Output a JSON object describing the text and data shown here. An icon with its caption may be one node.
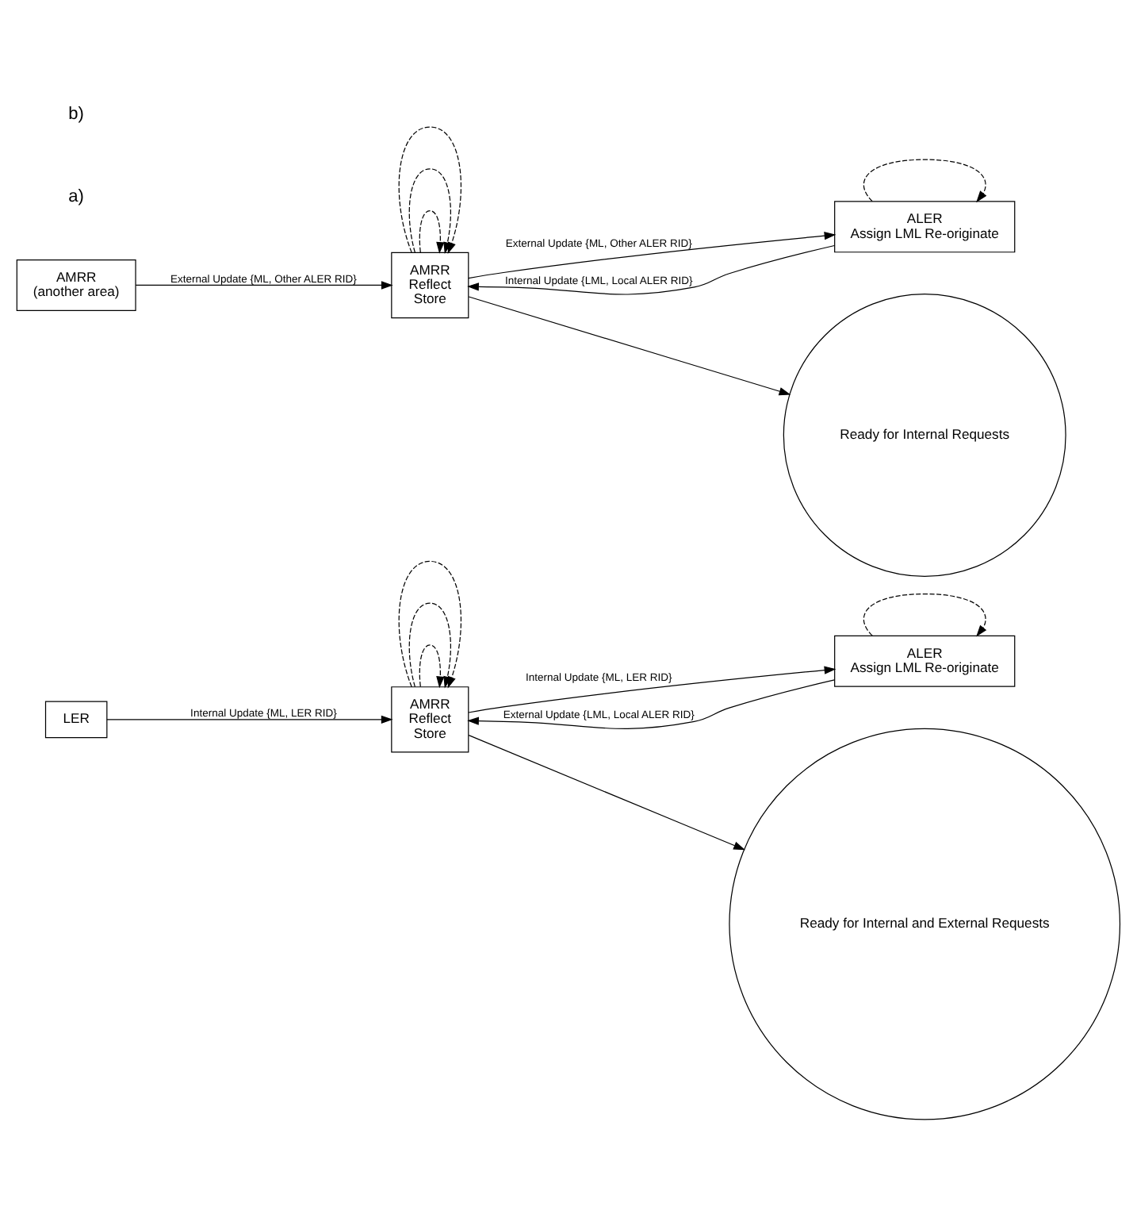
{
  "diagram": {
    "nodes": [
      {
        "text": [
          "LER"
        ]
      },
      {
        "text": [
          "AMRR",
          "Reflect",
          "Store"
        ]
      },
      {
        "text": [
          "ALER",
          "Assign LML Re-originate"
        ]
      },
      {
        "text": [
          "Ready for Internal and External Requests"
        ]
      },
      {
        "text": [
          "AMRR",
          "(another area)"
        ]
      },
      {
        "text": [
          "AMRR",
          "Reflect",
          "Store"
        ]
      },
      {
        "text": [
          "ALER",
          "Assign LML Re-originate"
        ]
      },
      {
        "text": [
          "Ready for Internal Requests"
        ]
      }
    ],
    "edges": [
      {
        "from": 0,
        "to": 1,
        "arrow": "to",
        "label": "Internal Update {ML, LER RID}"
      },
      {
        "from": 1,
        "to": 1,
        "arrow": "to",
        "style": "dashed"
      },
      {
        "from": 1,
        "to": 1,
        "arrow": "to",
        "style": "dashed"
      },
      {
        "from": 1,
        "to": 2,
        "arrow": "to",
        "label": "Internal Update {ML, LER RID}"
      },
      {
        "from": 2,
        "to": 2,
        "arrow": "to",
        "style": "dashed"
      },
      {
        "from": 2,
        "to": 1,
        "arrow": "to",
        "label": "External Update {LML, Local ALER RID}"
      },
      {
        "from": 1,
        "to": 1,
        "arrow": "to",
        "style": "dashed"
      },
      {
        "from": 1,
        "to": 3,
        "arrow": "to"
      },
      {
        "from": 4,
        "to": 5,
        "arrow": "to",
        "label": "External Update {ML, Other ALER RID}"
      },
      {
        "from": 5,
        "to": 5,
        "arrow": "to",
        "style": "dashed"
      },
      {
        "from": 5,
        "to": 5,
        "arrow": "to",
        "style": "dashed"
      },
      {
        "from": 5,
        "to": 6,
        "arrow": "to",
        "label": "External Update {ML, Other ALER RID}"
      },
      {
        "from": 6,
        "to": 6,
        "arrow": "to",
        "style": "dashed"
      },
      {
        "from": 6,
        "to": 5,
        "arrow": "to",
        "label": "Internal Update {LML, Local ALER RID}"
      },
      {
        "from": 5,
        "to": 5,
        "arrow": "to",
        "style": "dashed"
      },
      {
        "from": 5,
        "to": 7,
        "arrow": "to"
      }
    ],
    "labels": [
      "a)",
      "b)"
    ]
  }
}
